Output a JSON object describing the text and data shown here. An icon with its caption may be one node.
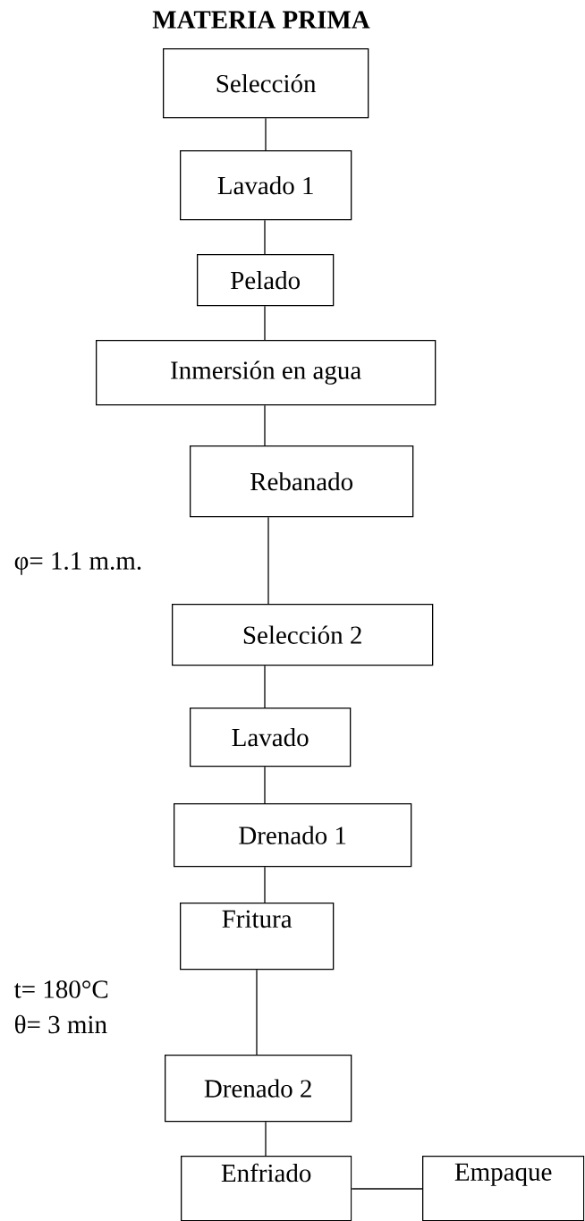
{
  "diagram": {
    "title": "MATERIA PRIMA",
    "nodes": [
      {
        "text": [
          "Selección"
        ]
      },
      {
        "text": [
          "Lavado 1"
        ]
      },
      {
        "text": [
          "Pelado"
        ]
      },
      {
        "text": [
          "Inmersión en agua"
        ]
      },
      {
        "text": [
          "Rebanado"
        ]
      },
      {
        "text": [
          "Selección 2"
        ]
      },
      {
        "text": [
          "Lavado"
        ]
      },
      {
        "text": [
          "Drenado 1"
        ]
      },
      {
        "text": [
          "Fritura"
        ]
      },
      {
        "text": [
          "Drenado 2"
        ]
      },
      {
        "text": [
          "Enfriado"
        ]
      },
      {
        "text": [
          "Empaque"
        ]
      }
    ],
    "edges": [
      {
        "from": 0,
        "to": 1,
        "arrow": "none"
      },
      {
        "from": 1,
        "to": 2,
        "arrow": "none"
      },
      {
        "from": 2,
        "to": 3,
        "arrow": "none"
      },
      {
        "from": 3,
        "to": 4,
        "arrow": "none"
      },
      {
        "from": 4,
        "to": 5,
        "arrow": "none"
      },
      {
        "from": 5,
        "to": 6,
        "arrow": "none"
      },
      {
        "from": 6,
        "to": 7,
        "arrow": "none"
      },
      {
        "from": 7,
        "to": 8,
        "arrow": "none"
      },
      {
        "from": 8,
        "to": 9,
        "arrow": "none"
      },
      {
        "from": 9,
        "to": 10,
        "arrow": "none"
      },
      {
        "from": 10,
        "to": 11,
        "arrow": "none"
      }
    ],
    "labels": [
      "φ= 1.1 m.m.",
      "t= 180°C",
      "θ= 3 min"
    ]
  }
}
